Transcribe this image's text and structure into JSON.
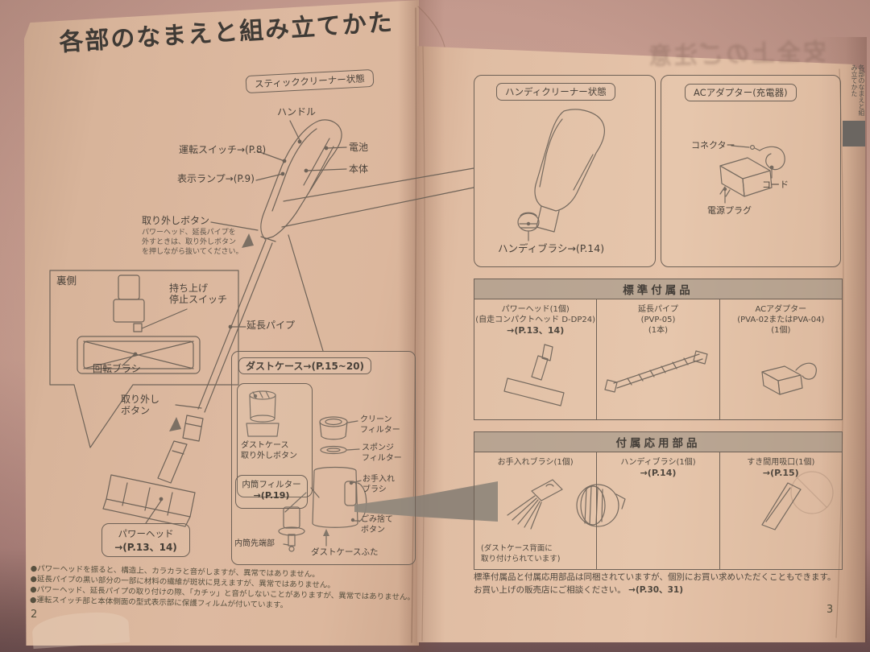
{
  "page_left": {
    "title": "各部のなまえと組み立てかた",
    "state_label": "スティッククリーナー状態",
    "labels": {
      "handle": "ハンドル",
      "power_switch": "運転スイッチ→(P.8)",
      "battery": "電池",
      "body": "本体",
      "indicator_lamp": "表示ランプ→(P.9)",
      "release_button": "取り外しボタン",
      "release_note_l1": "パワーヘッド、延長パイプを",
      "release_note_l2": "外すときは、取り外しボタン",
      "release_note_l3": "を押しながら抜いてください。",
      "extension_pipe": "延長パイプ",
      "release_button2_l1": "取り外し",
      "release_button2_l2": "ボタン",
      "power_head_l1": "パワーヘッド",
      "power_head_l2": "→(P.13、14)"
    },
    "back_box": {
      "title": "裏側",
      "lift_stop_l1": "持ち上げ",
      "lift_stop_l2": "停止スイッチ",
      "rotating_brush": "回転ブラシ"
    },
    "dust_case_box": {
      "title": "ダストケース→(P.15~20)",
      "release_l1": "ダストケース",
      "release_l2": "取り外しボタン",
      "clean_filter_l1": "クリーン",
      "clean_filter_l2": "フィルター",
      "sponge_filter_l1": "スポンジ",
      "sponge_filter_l2": "フィルター",
      "inner_filter_l1": "内筒フィルター",
      "inner_filter_l2": "→(P.19)",
      "inner_tip": "内筒先端部",
      "care_brush_l1": "お手入れ",
      "care_brush_l2": "ブラシ",
      "dispose_l1": "ごみ捨て",
      "dispose_l2": "ボタン",
      "lid": "ダストケースふた"
    },
    "footnotes": [
      "●パワーヘッドを振ると、構造上、カラカラと音がしますが、異常ではありません。",
      "●延長パイプの黒い部分の一部に材料の繊維が斑状に見えますが、異常ではありません。",
      "●パワーヘッド、延長パイプの取り付けの際、「カチッ」と音がしないことがありますが、異常ではありません。",
      "●運転スイッチ部と本体側面の型式表示部に保護フィルムが付いています。"
    ],
    "page_number": "2"
  },
  "page_right": {
    "ghost_text": "安全上のご注意",
    "handy_box": {
      "title": "ハンディクリーナー状態",
      "brush_label": "ハンディブラシ→(P.14)"
    },
    "adapter_box": {
      "title": "ACアダプター(充電器)",
      "connector": "コネクター",
      "cord": "コード",
      "plug": "電源プラグ"
    },
    "standard_parts": {
      "title": "標準付属品",
      "items": [
        {
          "l1": "パワーヘッド(1個)",
          "l2": "(自走コンパクトヘッド D-DP24)",
          "l3": "→(P.13、14)"
        },
        {
          "l1": "延長パイプ",
          "l2": "(PVP-05)",
          "l3": "(1本)"
        },
        {
          "l1": "ACアダプター",
          "l2": "(PVA-02またはPVA-04)",
          "l3": "(1個)"
        }
      ]
    },
    "optional_parts": {
      "title": "付属応用部品",
      "items": [
        {
          "l1": "お手入れブラシ(1個)",
          "l2": "",
          "note1": "(ダストケース背面に",
          "note2": "取り付けられています)"
        },
        {
          "l1": "ハンディブラシ(1個)",
          "l2": "→(P.14)",
          "note1": "",
          "note2": ""
        },
        {
          "l1": "すき間用吸口(1個)",
          "l2": "→(P.15)",
          "note1": "",
          "note2": ""
        }
      ]
    },
    "bottom_note_l1": "標準付属品と付属応用部品は同梱されていますが、個別にお買い求めいただくこともできます。",
    "bottom_note_l2a": "お買い上げの販売店にご相談ください。",
    "bottom_note_l2b": "→(P.30、31)",
    "page_number": "3",
    "side_tab": "各部のなまえと組み立てかた"
  }
}
